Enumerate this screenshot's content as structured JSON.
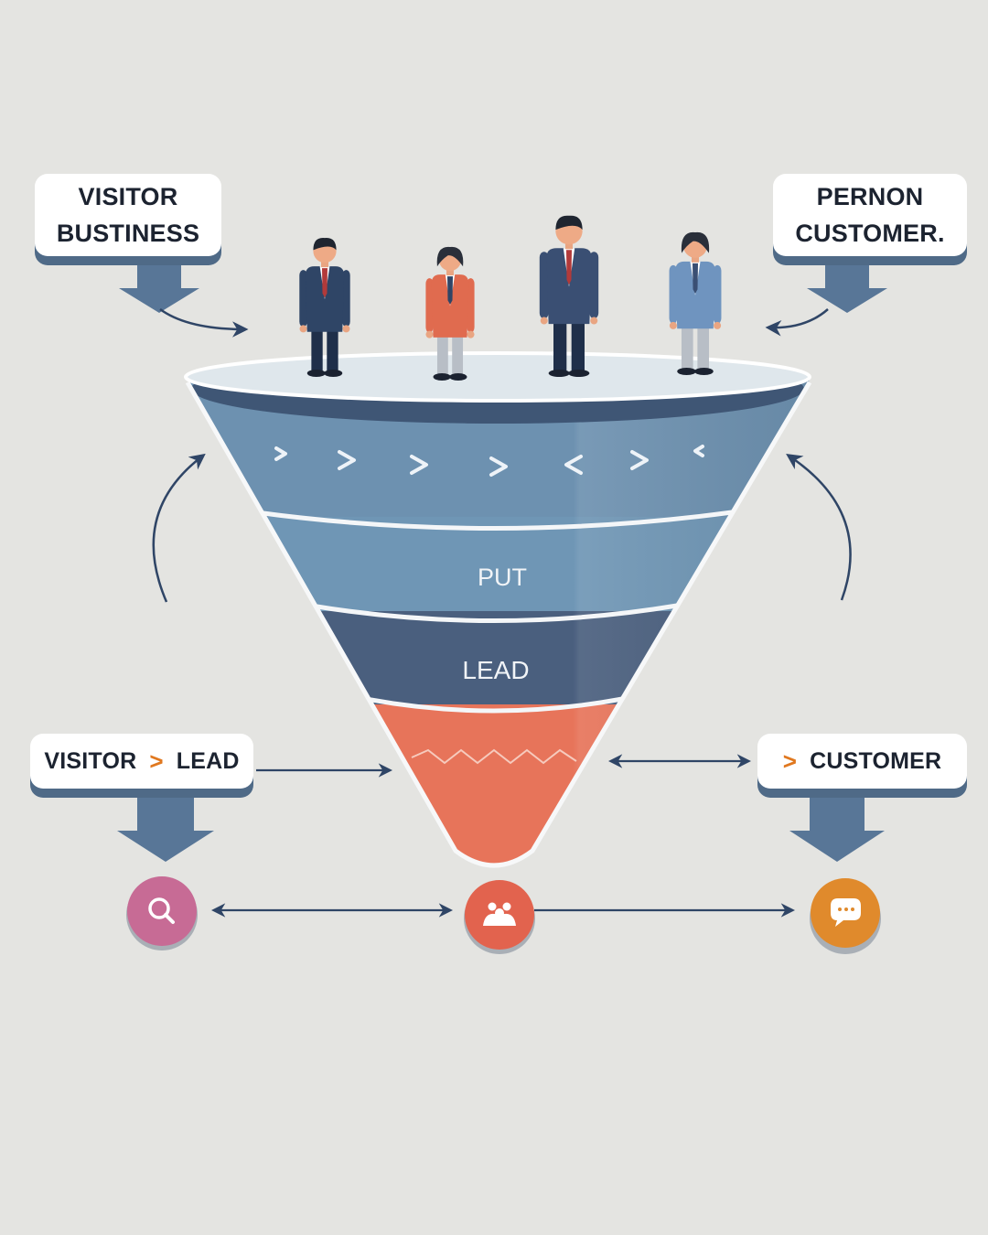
{
  "labels": {
    "top_left": {
      "line1": "VISITOR",
      "line2": "BUSTINESS"
    },
    "top_right": {
      "line1": "PERNON",
      "line2": "CUSTOMER."
    },
    "bottom_left": {
      "from": "VISITOR",
      "chevron": ">",
      "to": "LEAD"
    },
    "bottom_right": {
      "chevron": ">",
      "to": "CUSTOMER"
    }
  },
  "funnel": {
    "stages": [
      {
        "name": "top",
        "text": "",
        "color": "#6d91b0"
      },
      {
        "name": "put",
        "text": "PUT",
        "color": "#6f96b5"
      },
      {
        "name": "lead",
        "text": "LEAD",
        "color": "#4a5f7e"
      },
      {
        "name": "bottom",
        "text": "",
        "color": "#e7745a"
      }
    ],
    "rim_color": "#dfe7ec",
    "chevrons": [
      ">",
      ">",
      ">",
      ">",
      "<",
      ">",
      "<"
    ]
  },
  "people": [
    {
      "name": "person-1",
      "suit": "#2f4566",
      "shirt": "#ffffff",
      "tie": "#b23a3a"
    },
    {
      "name": "person-2",
      "suit": "#e06b4f",
      "shirt": "#ffffff",
      "tie": "#2f4566"
    },
    {
      "name": "person-3",
      "suit": "#3a4f73",
      "shirt": "#ffffff",
      "tie": "#b23a3a"
    },
    {
      "name": "person-4",
      "suit": "#6f94bf",
      "shirt": "#ffffff",
      "tie": "#3a4f73"
    }
  ],
  "icons": [
    {
      "name": "search-icon",
      "color": "#c76b95"
    },
    {
      "name": "group-icon",
      "color": "#e2634e"
    },
    {
      "name": "chat-icon",
      "color": "#e08a2c"
    }
  ],
  "colors": {
    "background": "#e4e4e1",
    "label_shadow": "#4f6a87",
    "arrow": "#2f4566",
    "accent": "#e0781f"
  }
}
